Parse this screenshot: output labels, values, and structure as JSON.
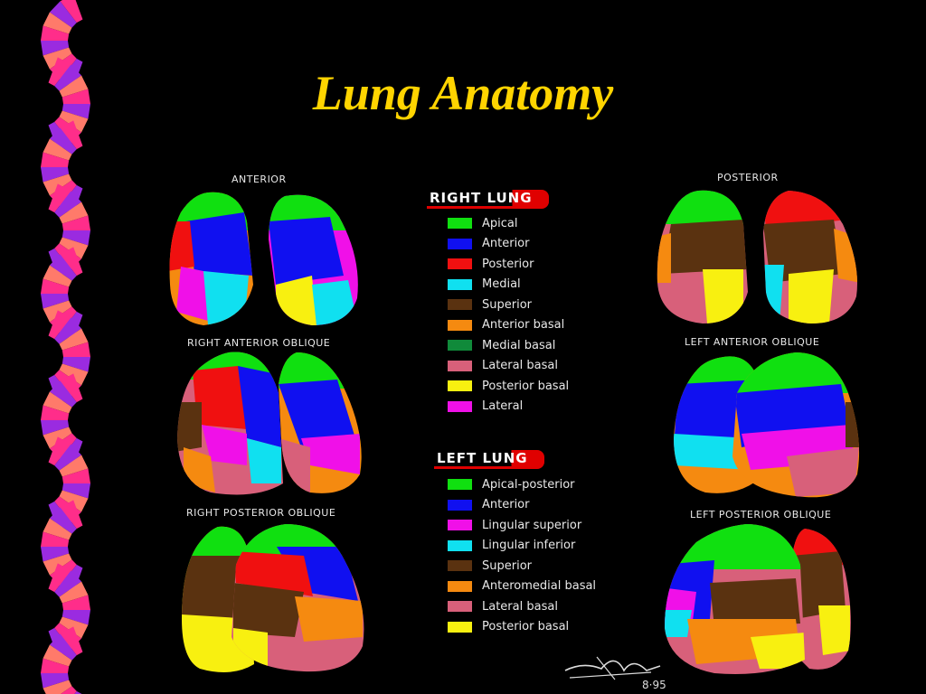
{
  "slide": {
    "title": "Lung Anatomy"
  },
  "views": {
    "anterior": "ANTERIOR",
    "posterior": "POSTERIOR",
    "right_anterior_oblique": "RIGHT ANTERIOR OBLIQUE",
    "left_anterior_oblique": "LEFT ANTERIOR OBLIQUE",
    "right_posterior_oblique": "RIGHT POSTERIOR OBLIQUE",
    "left_posterior_oblique": "LEFT POSTERIOR OBLIQUE"
  },
  "legend": {
    "right_lung": {
      "title": "RIGHT LUNG",
      "items": [
        {
          "label": "Apical",
          "color": "#10e010"
        },
        {
          "label": "Anterior",
          "color": "#1010f0"
        },
        {
          "label": "Posterior",
          "color": "#f01010"
        },
        {
          "label": "Medial",
          "color": "#10e0f0"
        },
        {
          "label": "Superior",
          "color": "#5a3210"
        },
        {
          "label": "Anterior basal",
          "color": "#f58a10"
        },
        {
          "label": "Medial basal",
          "color": "#108a3a"
        },
        {
          "label": "Lateral basal",
          "color": "#d8607a"
        },
        {
          "label": "Posterior basal",
          "color": "#f8f010"
        },
        {
          "label": "Lateral",
          "color": "#f010e8"
        }
      ]
    },
    "left_lung": {
      "title": "LEFT LUNG",
      "items": [
        {
          "label": "Apical-posterior",
          "color": "#10e010"
        },
        {
          "label": "Anterior",
          "color": "#1010f0"
        },
        {
          "label": "Lingular superior",
          "color": "#f010e8"
        },
        {
          "label": "Lingular inferior",
          "color": "#10e0f0"
        },
        {
          "label": "Superior",
          "color": "#5a3210"
        },
        {
          "label": "Anteromedial basal",
          "color": "#f58a10"
        },
        {
          "label": "Lateral basal",
          "color": "#d8607a"
        },
        {
          "label": "Posterior basal",
          "color": "#f8f010"
        }
      ]
    }
  },
  "signature": {
    "date": "8·95"
  },
  "colors": {
    "title": "#ffd400",
    "ribbon_pink": "#ff2d8a",
    "ribbon_violet": "#9a2be0",
    "ribbon_salmon": "#ff7a6a"
  }
}
